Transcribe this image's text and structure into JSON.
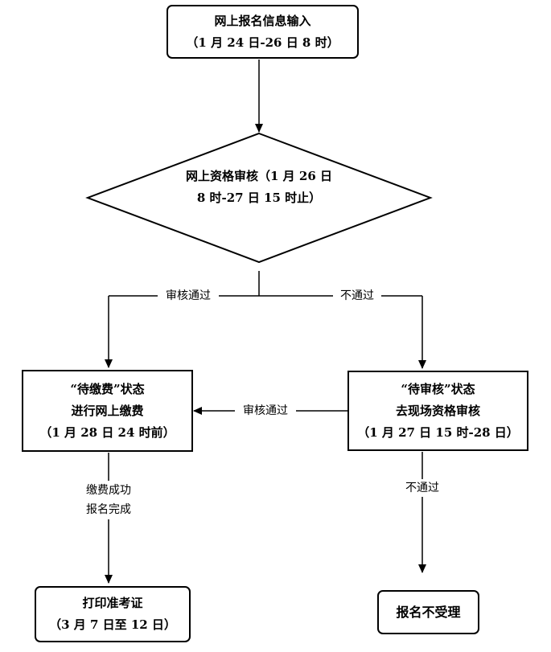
{
  "nodes": {
    "start": {
      "lines": [
        "网上报名信息输入",
        "（1 月 24 日-26 日 8 时）"
      ]
    },
    "review": {
      "lines": [
        "网上资格审核（1 月 26 日",
        "8 时-27 日 15 时止）"
      ]
    },
    "pay": {
      "lines": [
        "“待缴费”状态",
        "进行网上缴费",
        "（1 月 28 日 24 时前）"
      ]
    },
    "pending": {
      "lines": [
        "“待审核”状态",
        "去现场资格审核",
        "（1 月 27 日 15 时-28 日）"
      ]
    },
    "print": {
      "lines": [
        "打印准考证",
        "（3 月 7 日至 12 日）"
      ]
    },
    "rejected": {
      "lines": [
        "报名不受理"
      ]
    }
  },
  "edges": {
    "review_pass": "审核通过",
    "review_fail": "不通过",
    "onsite_pass": "审核通过",
    "onsite_fail": "不通过",
    "pay_done": [
      "缴费成功",
      "报名完成"
    ]
  }
}
